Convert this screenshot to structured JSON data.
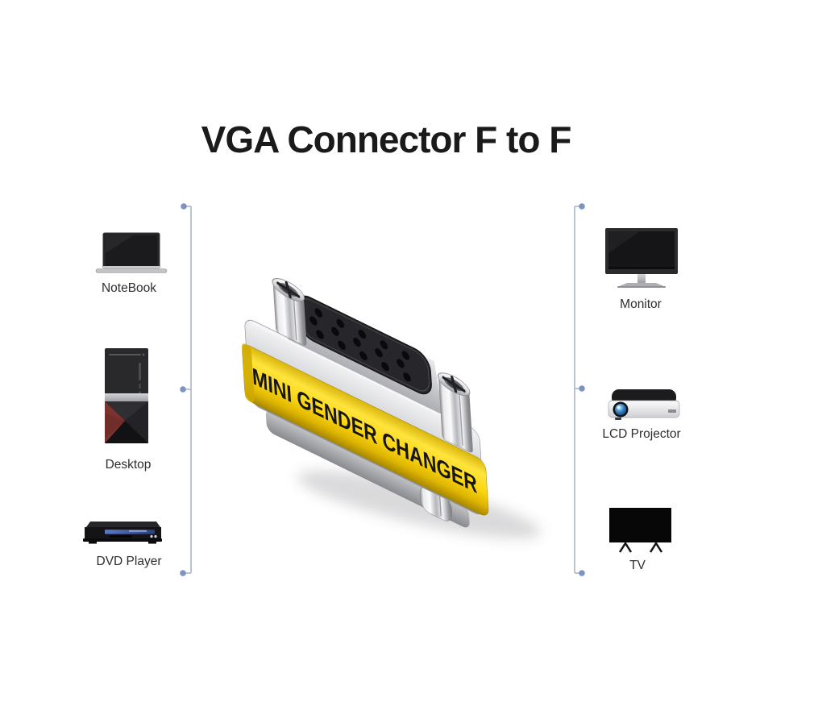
{
  "title": "VGA Connector F to F",
  "product": {
    "band_text": "MINI GENDER CHANGER"
  },
  "left_devices": [
    {
      "label": "NoteBook"
    },
    {
      "label": "Desktop"
    },
    {
      "label": "DVD Player"
    }
  ],
  "right_devices": [
    {
      "label": "Monitor"
    },
    {
      "label": "LCD Projector"
    },
    {
      "label": "TV"
    }
  ],
  "colors": {
    "background": "#ffffff",
    "title_text": "#1a1a1a",
    "label_text": "#2e2e2e",
    "connector_line": "#a9b6c9",
    "connector_dot": "#7d93c1",
    "band_yellow": "#ffe43c",
    "band_text_color": "#151515"
  }
}
